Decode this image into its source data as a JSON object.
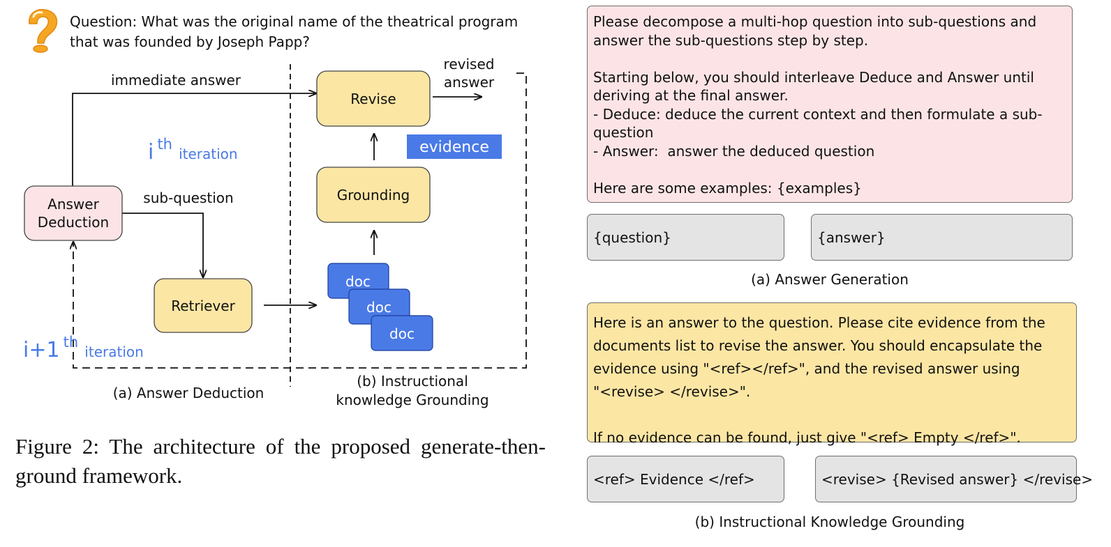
{
  "diagram": {
    "question_text_line1": "Question: What was the original name of the theatrical program",
    "question_text_line2": "that was founded by Joseph Papp?",
    "question_icon": "question-mark-icon",
    "immediate_answer_label": "immediate answer",
    "revised_answer_line1": "revised",
    "revised_answer_line2": "answer",
    "revise_box": "Revise",
    "grounding_box": "Grounding",
    "evidence_tag": "evidence",
    "answer_deduction_line1": "Answer",
    "answer_deduction_line2": "Deduction",
    "sub_question_label": "sub-question",
    "retriever_box": "Retriever",
    "doc_label": "doc",
    "ith_base": "i",
    "ith_sup": "th",
    "ith_sub": "iteration",
    "i1_base": "i+1",
    "i1_sup": "th",
    "i1_sub": "iteration",
    "caption_a": "(a) Answer Deduction",
    "caption_b_line1": "(b) Instructional",
    "caption_b_line2": "knowledge Grounding",
    "colors": {
      "pink": "#fce4e6",
      "yellow": "#fce6a4",
      "blue": "#4a7ae6",
      "label_blue": "#4a7ae6",
      "orange": "#f5a623"
    }
  },
  "figure_caption": "Figure 2: The architecture of the proposed generate-then-ground framework.",
  "prompts": {
    "answer_generation": {
      "text": "Please decompose a multi-hop question into sub-questions and\nanswer the sub-questions step by step.\n\nStarting below, you should interleave Deduce and Answer until\nderiving at the final answer.\n- Deduce: deduce the current context and then formulate a sub-\nquestion\n- Answer:  answer the deduced question\n\nHere are some examples: {examples}",
      "question_slot": "{question}",
      "answer_slot": "{answer}",
      "caption": "(a) Answer Generation"
    },
    "knowledge_grounding": {
      "text": "Here is an answer to the question. Please cite evidence from the\ndocuments list to revise the answer. You should encapsulate the\nevidence using \"<ref></ref>\", and the revised answer using\n\"<revise> </revise>\".\n\nIf no evidence can be found, just give \"<ref> Empty </ref>\".",
      "ref_slot": "<ref> Evidence </ref>",
      "revise_slot": "<revise> {Revised answer} </revise>",
      "caption": "(b) Instructional Knowledge Grounding"
    }
  }
}
